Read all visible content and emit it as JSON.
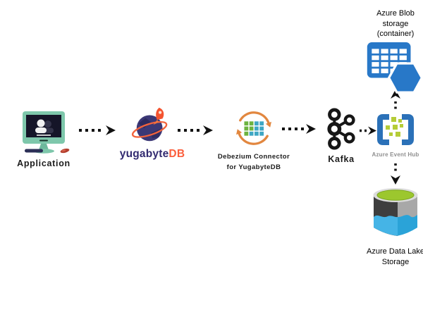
{
  "nodes": {
    "application": {
      "label": "Application",
      "icon": "computer-monitor-icon"
    },
    "yugabytedb": {
      "wordmark_primary": "yugabyte",
      "wordmark_secondary": "DB",
      "icon": "yugabytedb-planet-rocket-icon"
    },
    "debezium": {
      "label_lines": [
        "Debezium Connector",
        "for YugabyteDB"
      ],
      "icon": "debezium-sync-arrows-grid-icon"
    },
    "kafka": {
      "label": "Kafka",
      "icon": "kafka-logo-icon"
    },
    "azure_event_hub": {
      "label": "Azure Event Hub",
      "icon": "azure-event-hub-brackets-icon"
    },
    "azure_blob": {
      "label_lines": [
        "Azure Blob",
        "storage",
        "(container)"
      ],
      "icon": "azure-blob-table-hexagon-icon"
    },
    "azure_data_lake": {
      "label_lines": [
        "Azure Data Lake",
        "Storage"
      ],
      "icon": "azure-data-lake-cylinder-icon"
    }
  },
  "arrows": [
    "application-to-yugabytedb",
    "yugabytedb-to-debezium",
    "debezium-to-kafka",
    "kafka-to-event-hub",
    "event-hub-to-blob-storage",
    "event-hub-to-data-lake"
  ],
  "colors": {
    "background": "#ffffff",
    "arrow_black": "#111111",
    "monitor_teal": "#7ec7ab",
    "monitor_screen": "#151528",
    "yugabyte_navy": "#322a70",
    "yugabyte_orange": "#fb5e3c",
    "debezium_orange": "#e2873f",
    "debezium_grid_green": "#6cb33f",
    "debezium_grid_blue": "#3fa7c4",
    "kafka_black": "#161616",
    "azure_blue": "#2878c8",
    "event_hub_bracket_blue": "#2b71b8",
    "event_hub_square_green": "#b5cc37",
    "event_hub_label_gray": "#8f8f8f",
    "data_lake_green": "#9cc72e",
    "data_lake_dark_gray": "#3e3e3e",
    "data_lake_light_gray": "#a8a8a8",
    "data_lake_blue": "#3cb0e5"
  }
}
